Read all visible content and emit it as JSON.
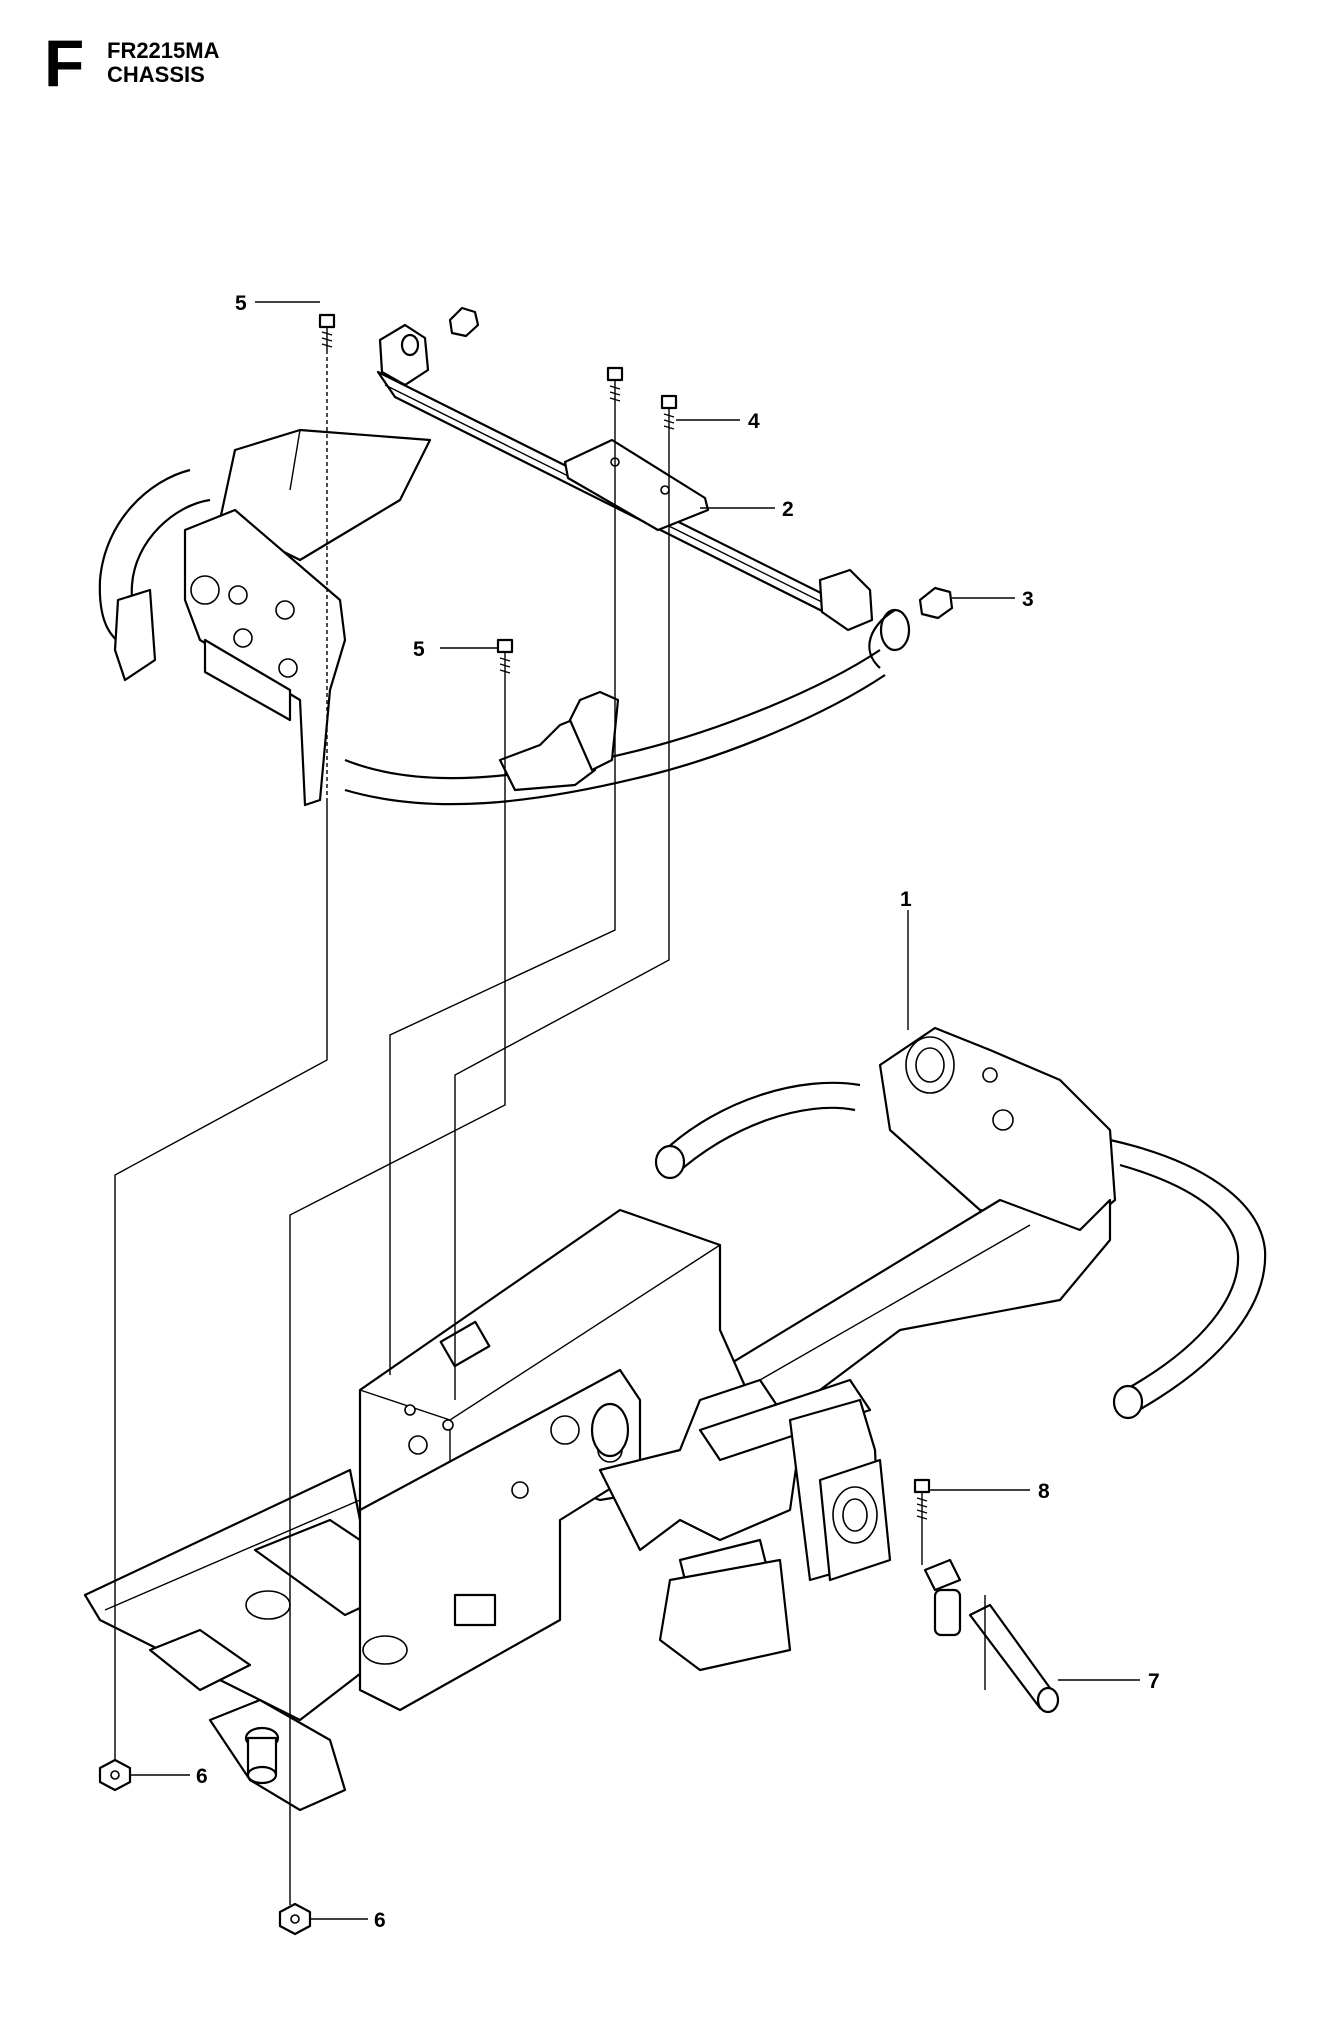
{
  "header": {
    "section_letter": "F",
    "model_code": "FR2215MA",
    "section_title": "CHASSIS"
  },
  "callouts": {
    "c5a": "5",
    "c4": "4",
    "c2": "2",
    "c3": "3",
    "c5b": "5",
    "c1": "1",
    "c8": "8",
    "c7": "7",
    "c6a": "6",
    "c6b": "6"
  }
}
